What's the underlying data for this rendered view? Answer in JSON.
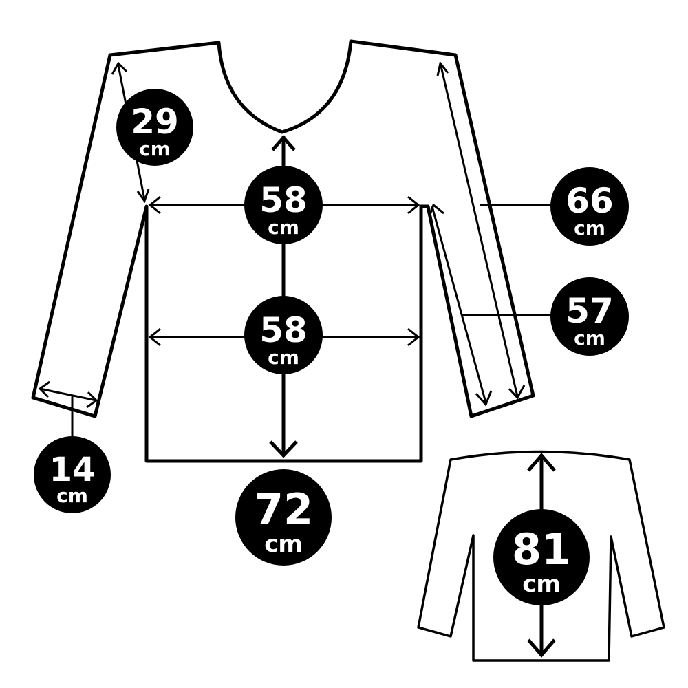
{
  "unit": "cm",
  "measurements": {
    "sleeve_top": {
      "value": "29",
      "unit": "cm"
    },
    "chest": {
      "value": "58",
      "unit": "cm"
    },
    "waist": {
      "value": "58",
      "unit": "cm"
    },
    "sleeve_outer": {
      "value": "66",
      "unit": "cm"
    },
    "sleeve_inner": {
      "value": "57",
      "unit": "cm"
    },
    "cuff": {
      "value": "14",
      "unit": "cm"
    },
    "front_length": {
      "value": "72",
      "unit": "cm"
    },
    "back_length": {
      "value": "81",
      "unit": "cm"
    }
  },
  "colors": {
    "ink": "#000000",
    "paper": "#ffffff"
  }
}
